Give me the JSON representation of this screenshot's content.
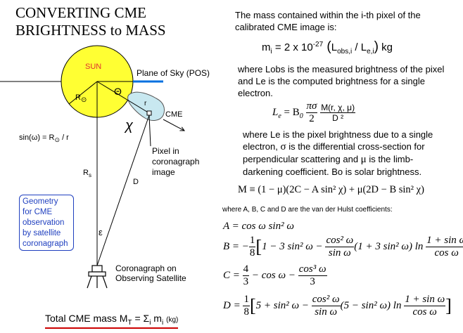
{
  "title": {
    "line1": "CONVERTING CME",
    "line2": "BRIGHTNESS to MASS"
  },
  "diagram": {
    "sun_label": "SUN",
    "pos_label": "Plane of Sky (POS)",
    "r_sun_label": "R",
    "r_label": "r",
    "theta_label": "Θ",
    "chi_label": "χ",
    "cme_label": "CME",
    "pixel_label": [
      "Pixel in",
      "coronagraph",
      "image"
    ],
    "rs_label": "R",
    "rs_sub": "s",
    "d_label": "D",
    "eps_label": "ε",
    "sin_omega_text": "sin(ω) = R",
    "sin_omega_tail": " / r",
    "geometry_box": [
      "Geometry",
      "for CME",
      "observation",
      "by satellite",
      "coronagraph"
    ],
    "observer_label": [
      "Coronagraph on",
      "Observing Satellite"
    ],
    "colors": {
      "sun": "#ffff33",
      "pos_line": "#0070e0",
      "cme": "#c8e8f0",
      "geometry_text": "#1f3fbf",
      "geometry_border": "#1f3fbf",
      "total_underline": "#cc0000"
    }
  },
  "total": {
    "text": "Total CME mass  M",
    "sub_t": "T",
    "eq": " = Σ",
    "sub_i": "i",
    "mi": " m",
    "sub_i2": "i",
    "units": "(kg)"
  },
  "right": {
    "intro": "The mass contained within the i-th pixel of the calibrated CME image is:",
    "eq_mass": {
      "lhs": "m",
      "lhs_sub": "i",
      "eq": " =  2 x 10",
      "exp": "-27",
      "paren_open": " (",
      "lobs": "L",
      "lobs_sub": "obs,i",
      "slash": " / ",
      "le": "L",
      "le_sub": "e,i",
      "paren_close": ")",
      "unit": " kg"
    },
    "para1": "where Lobs is the measured brightness of the pixel and Le is the computed brightness for a single electron.",
    "eq_le": {
      "lhs": "L",
      "lhs_sub": "e",
      "eq": " = B",
      "b_sub": "0",
      "frac1_num": "πσ",
      "frac1_den": "2",
      "frac2_num": "M(r, χ, μ)",
      "frac2_den": "D ²"
    },
    "para2_a": "where Le is the pixel brightness due to a single electron,  ",
    "para2_sigma": "σ",
    "para2_b": " is the differential cross-section for perpendicular scattering and ",
    "para2_mu": "μ",
    "para2_c": " is the limb-darkening coefficient.  Bo is solar brightness.",
    "eq_M": "M ≡ (1 − μ)(2C − A sin² χ) + μ(2D − B sin² χ)",
    "vdh": "where A, B, C and D are the van der Hulst coefficients:",
    "eq_A": "A = cos ω sin² ω",
    "eq_B": {
      "lhs": "B = −",
      "frac_num": "1",
      "frac_den": "8",
      "part1": "1 − 3 sin² ω − ",
      "f2_num": "cos² ω",
      "f2_den": "sin ω",
      "part2": "(1 + 3 sin² ω) ln ",
      "f3_num": "1 + sin ω",
      "f3_den": "cos ω"
    },
    "eq_C": {
      "lhs": "C = ",
      "f1_num": "4",
      "f1_den": "3",
      "mid": " − cos ω − ",
      "f2_num": "cos³ ω",
      "f2_den": "3"
    },
    "eq_D": {
      "lhs": "D = ",
      "f1_num": "1",
      "f1_den": "8",
      "part1": "5 + sin² ω − ",
      "f2_num": "cos² ω",
      "f2_den": "sin ω",
      "part2": "(5 − sin² ω) ln ",
      "f3_num": "1 + sin ω",
      "f3_den": "cos ω"
    }
  }
}
